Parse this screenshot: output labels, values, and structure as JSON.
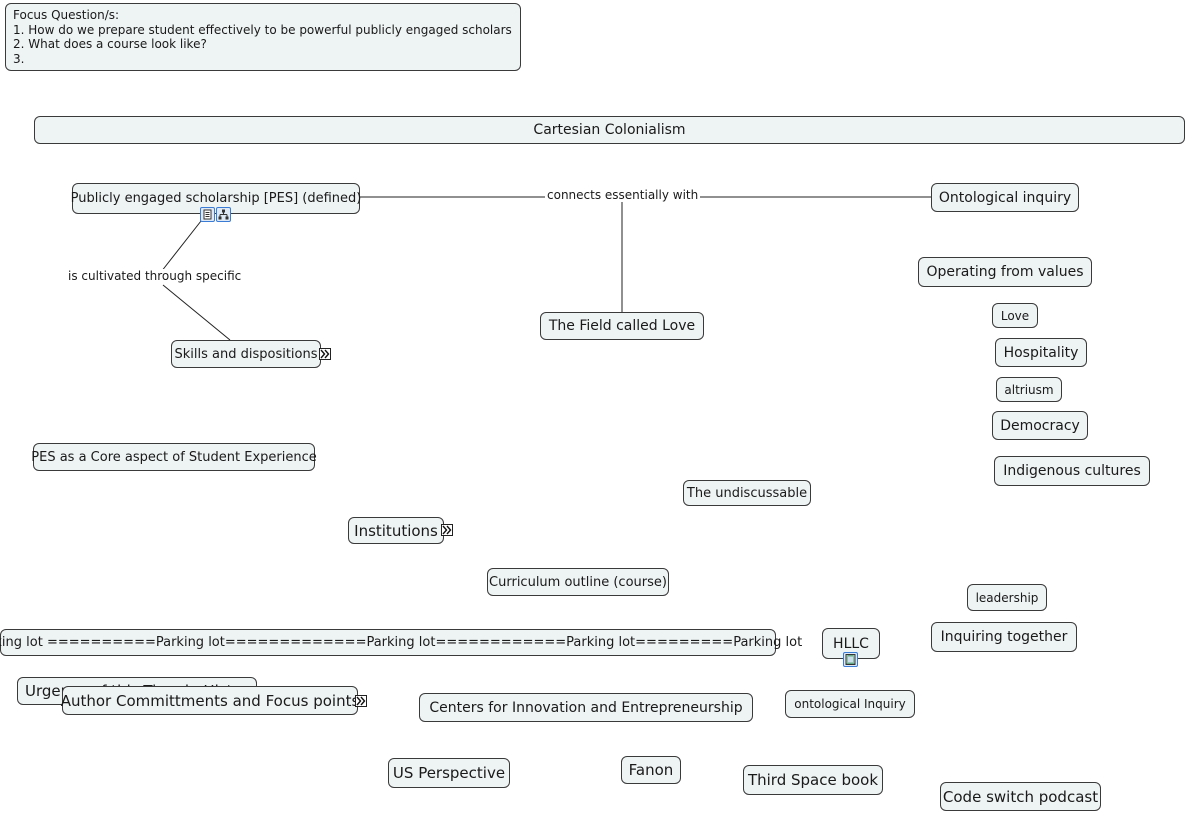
{
  "focus": {
    "title": "Focus Question/s:",
    "q1": "1. How do we prepare student effectively to be powerful publicly engaged scholars",
    "q2": "2. What does a course look like?",
    "q3": "3."
  },
  "nodes": {
    "cartesian": "Cartesian Colonialism",
    "pes_defined": "Publicly engaged scholarship [PES] (defined)",
    "ontological_inquiry": "Ontological inquiry",
    "operating_values": "Operating from values",
    "love": "Love",
    "hospitality": "Hospitality",
    "altriusm": "altriusm",
    "democracy": "Democracy",
    "indigenous": "Indigenous cultures",
    "field_love": "The Field called Love",
    "skills": "Skills and dispositions",
    "pes_core": "PES as a Core aspect of Student Experience",
    "undiscussable": "The undiscussable",
    "institutions": "Institutions",
    "curriculum": "Curriculum outline (course)",
    "leadership": "leadership",
    "inquiring_together": "Inquiring together",
    "parking_lot": "Parking lot ==========Parking lot=============Parking lot============Parking lot=========Parking lot",
    "hllc": "HLLC",
    "urgency": "Urgency of this Time in History",
    "author": "Author Committments and Focus points",
    "centers": "Centers for Innovation and Entrepreneurship",
    "ontological_inquiry_2": "ontological Inquiry",
    "us_perspective": "US Perspective",
    "fanon": "Fanon",
    "third_space": "Third Space book",
    "code_switch": "Code switch podcast"
  },
  "links": {
    "connects": "connects essentially with",
    "cultivated": "is cultivated through specific"
  },
  "icons": {
    "note": "note-icon",
    "hierarchy": "hierarchy-icon",
    "expand": "expand-arrows-icon",
    "media": "film-icon"
  },
  "colors": {
    "node_fill": "#eef3f4",
    "node_border": "#3a3a3a",
    "icon_blue": "#3a7bd5"
  }
}
